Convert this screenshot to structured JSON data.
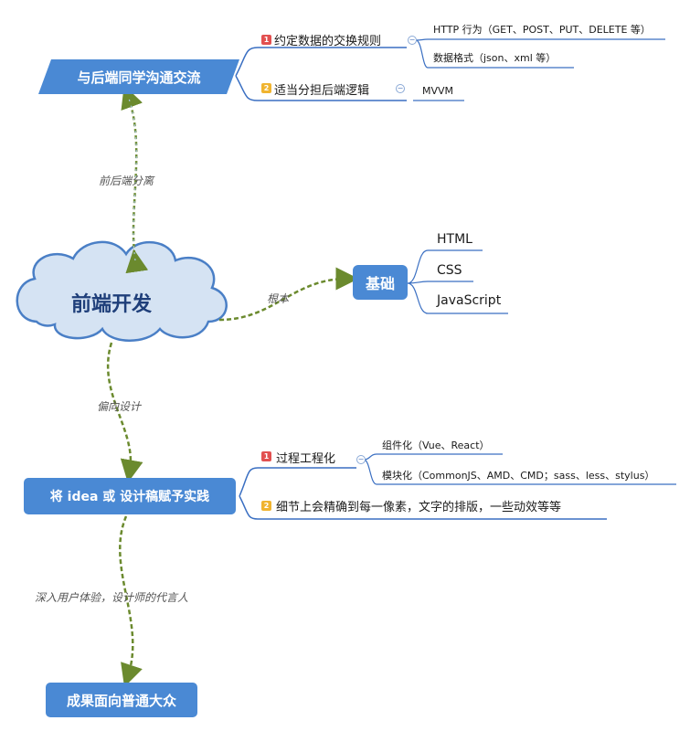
{
  "colors": {
    "node_fill": "#4a89d4",
    "cloud_fill": "#d5e3f3",
    "cloud_stroke": "#4a7fc6",
    "cloud_text": "#1f3f7a",
    "line_blue": "#3a6fc2",
    "dashed_green": "#6b8a2e",
    "badge_red": "#e25050",
    "badge_yellow": "#f0b430"
  },
  "center": {
    "label": "前端开发"
  },
  "top": {
    "label": "与后端同学沟通交流",
    "edge_label": "前后端分离",
    "children": [
      {
        "priority": "1",
        "label": "约定数据的交换规则",
        "children": [
          "HTTP 行为（GET、POST、PUT、DELETE 等）",
          "数据格式（json、xml 等）"
        ]
      },
      {
        "priority": "2",
        "label": "适当分担后端逻辑",
        "children": [
          "MVVM"
        ]
      }
    ]
  },
  "right": {
    "label": "基础",
    "edge_label": "根本",
    "children": [
      "HTML",
      "CSS",
      "JavaScript"
    ]
  },
  "middle": {
    "label": "将 idea 或 设计稿赋予实践",
    "edge_label": "偏向设计",
    "children": [
      {
        "priority": "1",
        "label": "过程工程化",
        "children": [
          "组件化（Vue、React）",
          "模块化（CommonJS、AMD、CMD；sass、less、stylus）"
        ]
      },
      {
        "priority": "2",
        "label": "细节上会精确到每一像素，文字的排版，一些动效等等",
        "children": []
      }
    ]
  },
  "bottom": {
    "label": "成果面向普通大众",
    "edge_label": "深入用户体验，设计师的代言人"
  }
}
